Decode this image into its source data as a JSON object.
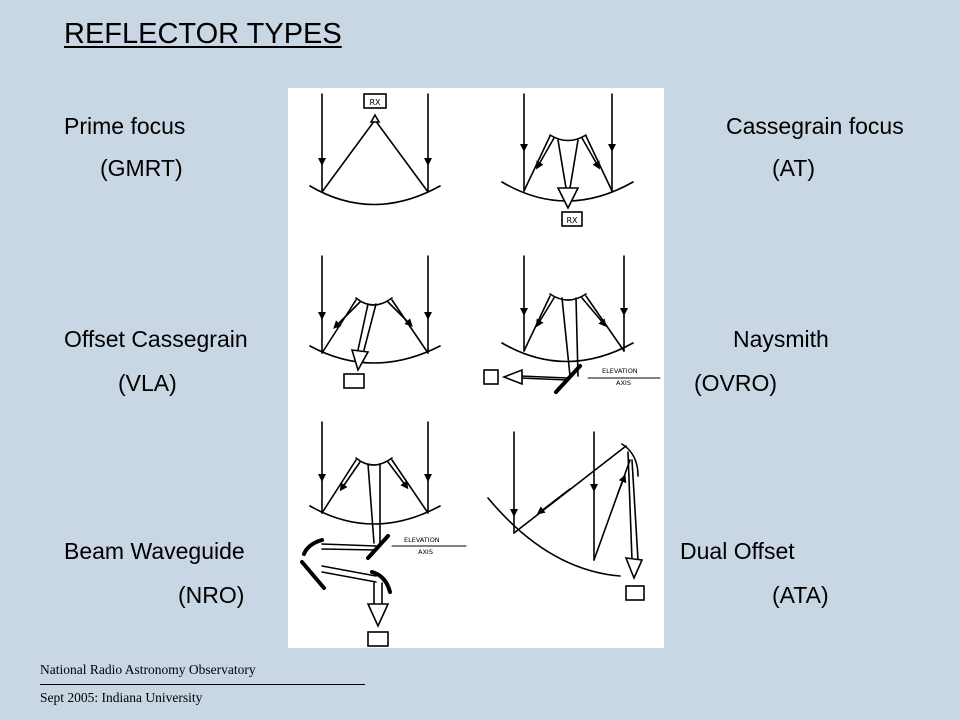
{
  "slide": {
    "title": "REFLECTOR TYPES",
    "labels": [
      {
        "name": "Prime focus",
        "sub": "(GMRT)"
      },
      {
        "name": "Cassegrain focus",
        "sub": "(AT)"
      },
      {
        "name": "Offset Cassegrain",
        "sub": "(VLA)"
      },
      {
        "name": "Naysmith",
        "sub": "(OVRO)"
      },
      {
        "name": "Beam Waveguide",
        "sub": "(NRO)"
      },
      {
        "name": "Dual Offset",
        "sub": "(ATA)"
      }
    ],
    "diagram": {
      "receiver_label": "RX",
      "axis_label_line1": "ELEVATION",
      "axis_label_line2": "AXIS"
    },
    "footer": {
      "organization": "National Radio Astronomy Observatory",
      "event": "Sept 2005: Indiana University"
    }
  },
  "colors": {
    "background": "#c9d6e3",
    "diagram_background": "#ffffff",
    "ink": "#000000"
  }
}
